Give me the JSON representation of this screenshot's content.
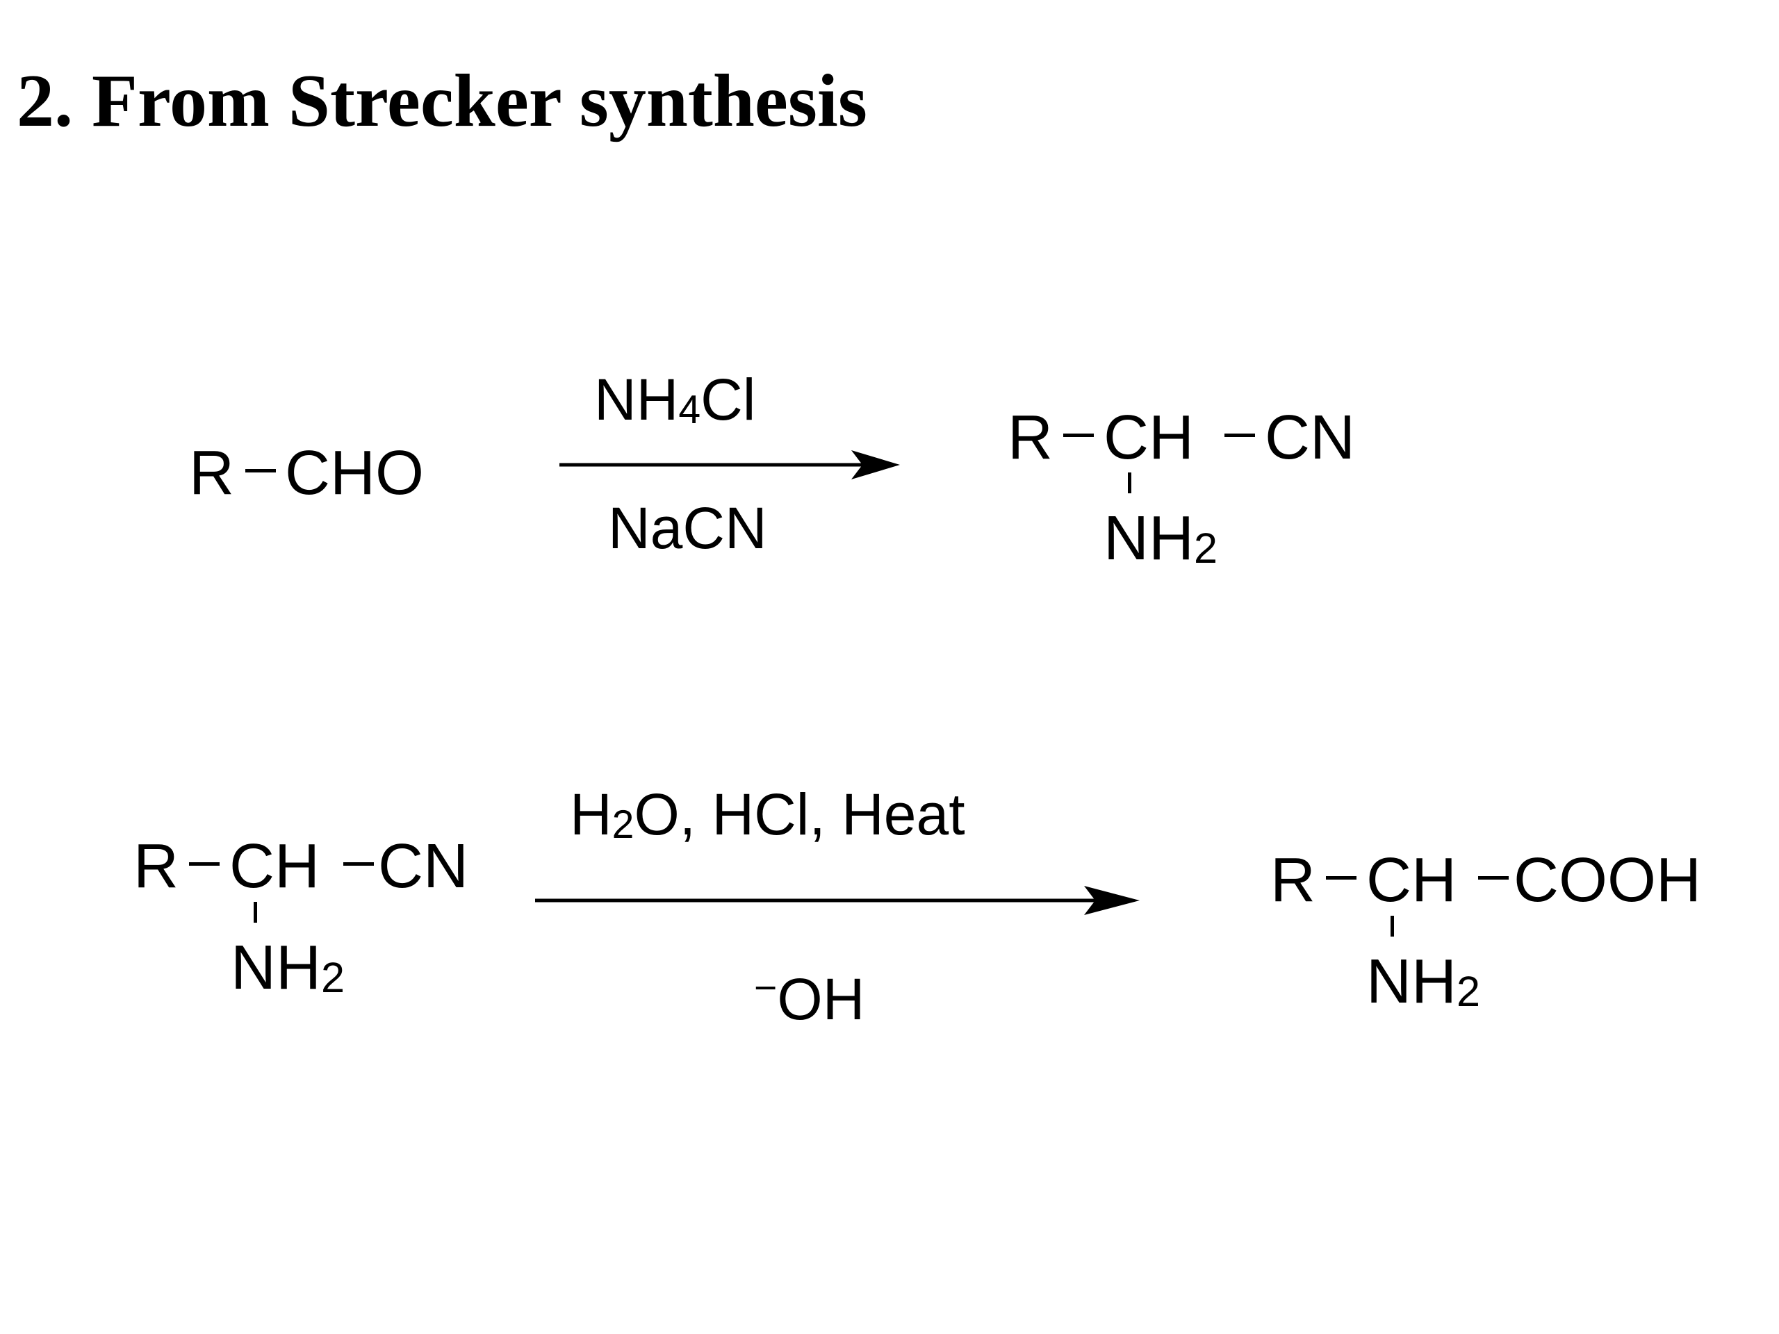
{
  "title": "2. From Strecker synthesis",
  "reaction1": {
    "reactant": {
      "r": "R",
      "group": "CHO"
    },
    "reagent_above": {
      "main": "NH",
      "sub": "4",
      "tail": "Cl"
    },
    "reagent_below": "NaCN",
    "product": {
      "r": "R",
      "center": "CH",
      "right": "CN",
      "amine": "NH",
      "amine_sub": "2"
    }
  },
  "reaction2": {
    "reactant": {
      "r": "R",
      "center": "CH",
      "right": "CN",
      "amine": "NH",
      "amine_sub": "2"
    },
    "reagent_above": {
      "pre": "H",
      "sub": "2",
      "post": "O, HCl, Heat"
    },
    "reagent_below": {
      "charge": "−",
      "main": "OH"
    },
    "product": {
      "r": "R",
      "center": "CH",
      "right": "COOH",
      "amine": "NH",
      "amine_sub": "2"
    }
  }
}
